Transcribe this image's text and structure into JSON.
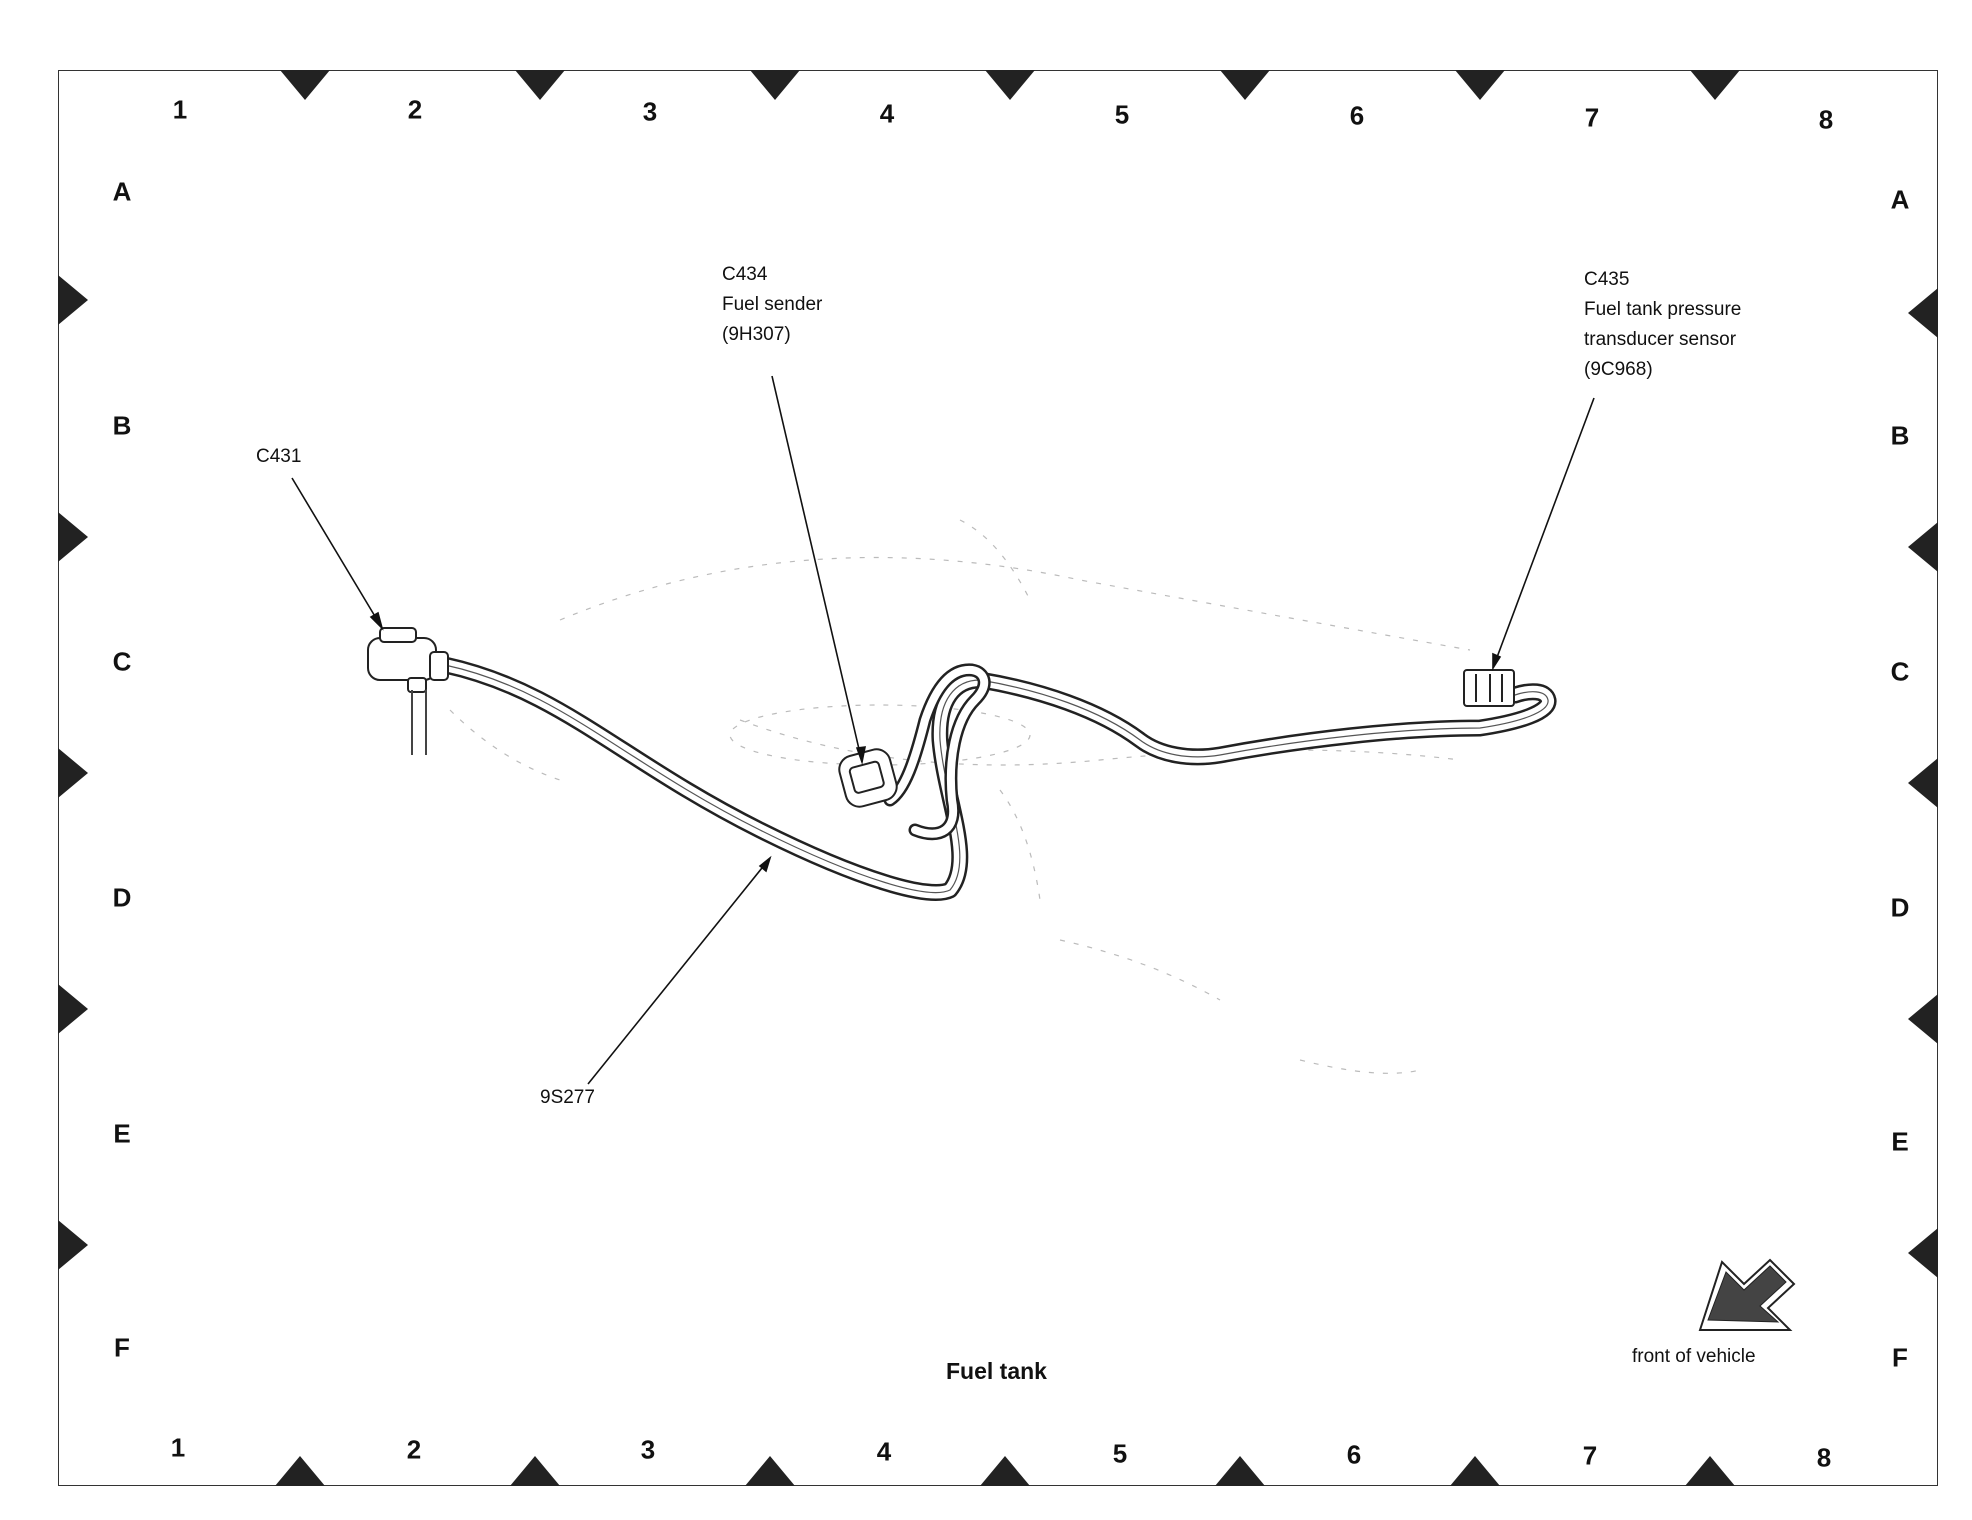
{
  "grid": {
    "columns": [
      "1",
      "2",
      "3",
      "4",
      "5",
      "6",
      "7",
      "8"
    ],
    "rows": [
      "A",
      "B",
      "C",
      "D",
      "E",
      "F"
    ]
  },
  "caption": "Fuel tank",
  "orientation": {
    "label": "front of vehicle",
    "icon": "front-arrow-icon"
  },
  "callouts": {
    "c431": {
      "id": "C431"
    },
    "c434": {
      "id": "C434",
      "name": "Fuel sender",
      "part": "(9H307)"
    },
    "c435": {
      "id": "C435",
      "name_line1": "Fuel tank pressure",
      "name_line2": "transducer sensor",
      "part": "(9C968)"
    },
    "harness": {
      "id": "9S277"
    }
  },
  "colors": {
    "ink": "#111111",
    "frame": "#333333",
    "fill": "#ffffff"
  }
}
